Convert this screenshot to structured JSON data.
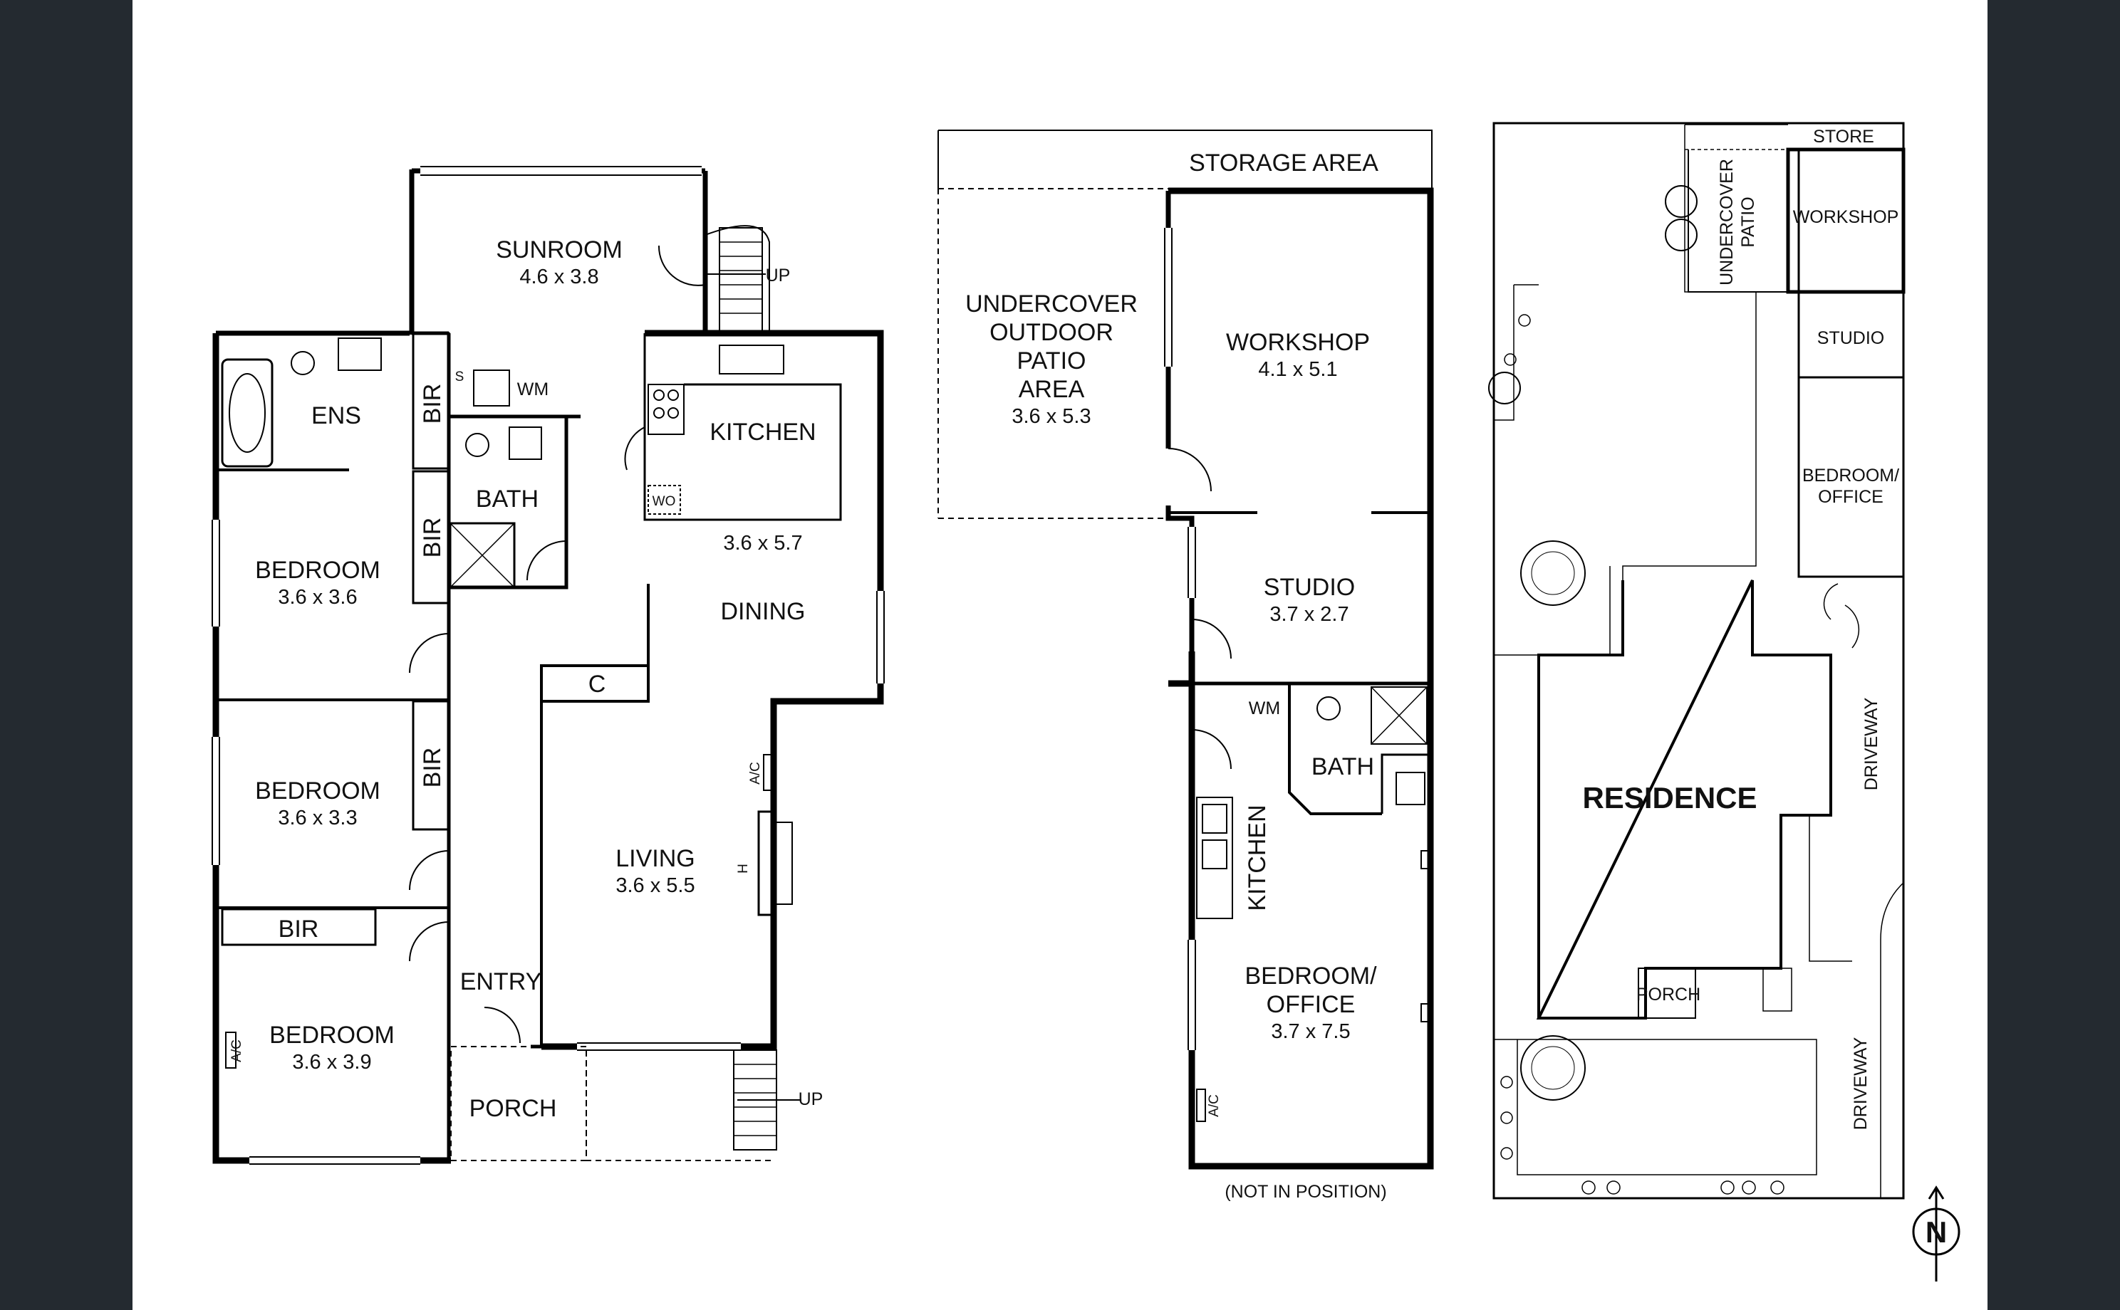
{
  "floor_plan_1": {
    "rooms": [
      {
        "key": "sunroom",
        "name": "SUNROOM",
        "dims": "4.6 x 3.8"
      },
      {
        "key": "ens",
        "name": "ENS",
        "dims": ""
      },
      {
        "key": "bath",
        "name": "BATH",
        "dims": ""
      },
      {
        "key": "kitchen",
        "name": "KITCHEN",
        "dims": "3.6 x 5.7"
      },
      {
        "key": "dining",
        "name": "DINING",
        "dims": ""
      },
      {
        "key": "bedroom1",
        "name": "BEDROOM",
        "dims": "3.6 x 3.6"
      },
      {
        "key": "bedroom2",
        "name": "BEDROOM",
        "dims": "3.6 x 3.3"
      },
      {
        "key": "bedroom3",
        "name": "BEDROOM",
        "dims": "3.6 x 3.9"
      },
      {
        "key": "living",
        "name": "LIVING",
        "dims": "3.6 x 5.5"
      },
      {
        "key": "entry",
        "name": "ENTRY",
        "dims": ""
      },
      {
        "key": "porch",
        "name": "PORCH",
        "dims": ""
      }
    ],
    "labels": {
      "bir": "BIR",
      "wm": "WM",
      "s": "S",
      "c": "C",
      "wo": "WO",
      "ac": "A/C",
      "h": "H",
      "up": "UP"
    }
  },
  "floor_plan_2": {
    "storage": "STORAGE AREA",
    "patio": {
      "line1": "UNDERCOVER",
      "line2": "OUTDOOR",
      "line3": "PATIO",
      "line4": "AREA",
      "dims": "3.6 x 5.3"
    },
    "workshop": {
      "name": "WORKSHOP",
      "dims": "4.1 x 5.1"
    },
    "studio": {
      "name": "STUDIO",
      "dims": "3.7 x 2.7"
    },
    "wm": "WM",
    "bath": "BATH",
    "kitchen": "KITCHEN",
    "bedroom": {
      "line1": "BEDROOM/",
      "line2": "OFFICE",
      "dims": "3.7 x 7.5"
    },
    "ac": "A/C",
    "note": "(NOT IN POSITION)"
  },
  "site_plan": {
    "store": "STORE",
    "patio": {
      "line1": "UNDERCOVER",
      "line2": "PATIO"
    },
    "workshop": "WORKSHOP",
    "studio": "STUDIO",
    "bedroom": {
      "line1": "BEDROOM/",
      "line2": "OFFICE"
    },
    "residence": "RESIDENCE",
    "porch": "PORCH",
    "driveway": "DRIVEWAY",
    "north": "N"
  }
}
